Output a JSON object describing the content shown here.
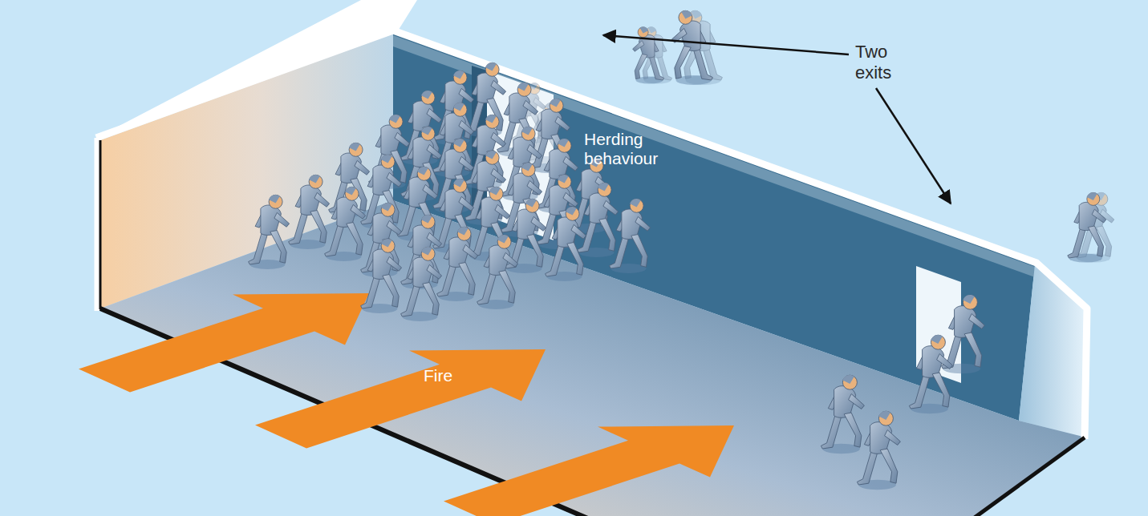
{
  "diagram": {
    "nodes": [
      {
        "text": [
          "Fire"
        ]
      }
    ],
    "labels": [
      "Two exits",
      "Herding behaviour"
    ]
  }
}
